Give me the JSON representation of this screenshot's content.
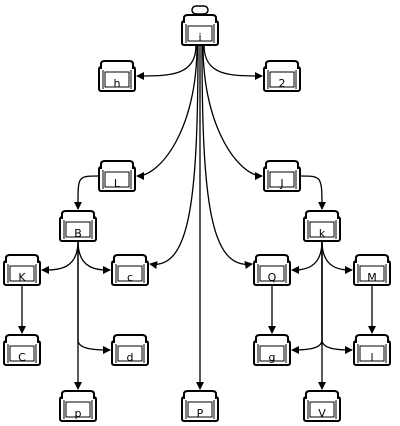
{
  "diagram": {
    "nodes": [
      {
        "id": "i",
        "label": "i",
        "has_handle": true
      },
      {
        "id": "h",
        "label": "h"
      },
      {
        "id": "2",
        "label": "2"
      },
      {
        "id": "L",
        "label": "L"
      },
      {
        "id": "J",
        "label": "J"
      },
      {
        "id": "B",
        "label": "B"
      },
      {
        "id": "k",
        "label": "k"
      },
      {
        "id": "K",
        "label": "K"
      },
      {
        "id": "c",
        "label": "c"
      },
      {
        "id": "Q",
        "label": "Q"
      },
      {
        "id": "M",
        "label": "M"
      },
      {
        "id": "C",
        "label": "C"
      },
      {
        "id": "d",
        "label": "d"
      },
      {
        "id": "g",
        "label": "g"
      },
      {
        "id": "l",
        "label": "l"
      },
      {
        "id": "p",
        "label": "p"
      },
      {
        "id": "P",
        "label": "P"
      },
      {
        "id": "V",
        "label": "V"
      }
    ],
    "edges": [
      {
        "from": "i",
        "to": "h"
      },
      {
        "from": "i",
        "to": "2"
      },
      {
        "from": "i",
        "to": "L"
      },
      {
        "from": "i",
        "to": "J"
      },
      {
        "from": "i",
        "to": "c"
      },
      {
        "from": "i",
        "to": "Q"
      },
      {
        "from": "i",
        "to": "P"
      },
      {
        "from": "L",
        "to": "B"
      },
      {
        "from": "J",
        "to": "k"
      },
      {
        "from": "B",
        "to": "K"
      },
      {
        "from": "B",
        "to": "c"
      },
      {
        "from": "B",
        "to": "d"
      },
      {
        "from": "B",
        "to": "p"
      },
      {
        "from": "K",
        "to": "C"
      },
      {
        "from": "k",
        "to": "Q"
      },
      {
        "from": "k",
        "to": "M"
      },
      {
        "from": "k",
        "to": "g"
      },
      {
        "from": "k",
        "to": "l"
      },
      {
        "from": "k",
        "to": "V"
      },
      {
        "from": "Q",
        "to": "g"
      },
      {
        "from": "M",
        "to": "l"
      }
    ]
  }
}
